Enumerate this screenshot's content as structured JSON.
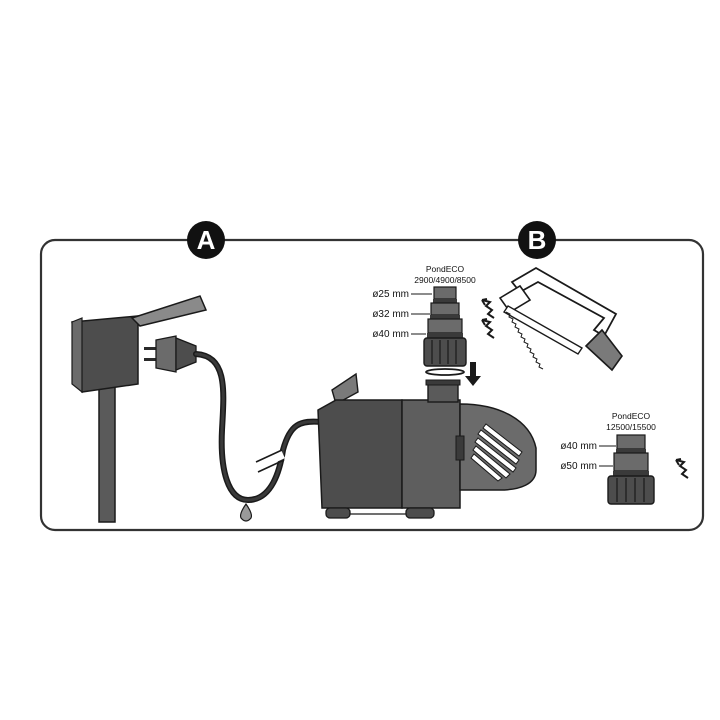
{
  "badges": {
    "a": "A",
    "b": "B"
  },
  "upper_adapter": {
    "model_name": "PondECO",
    "model_numbers": "2900/4900/8500",
    "sizes": [
      "ø25 mm",
      "ø32 mm",
      "ø40 mm"
    ]
  },
  "lower_adapter": {
    "model_name": "PondECO",
    "model_numbers": "12500/15500",
    "sizes": [
      "ø40 mm",
      "ø50 mm"
    ]
  },
  "colors": {
    "frame": "#333333",
    "badge": "#111111",
    "device_dark": "#4a4a4a",
    "device_mid": "#6b6b6b",
    "device_light": "#8a8a8a",
    "outline": "#1a1a1a"
  }
}
